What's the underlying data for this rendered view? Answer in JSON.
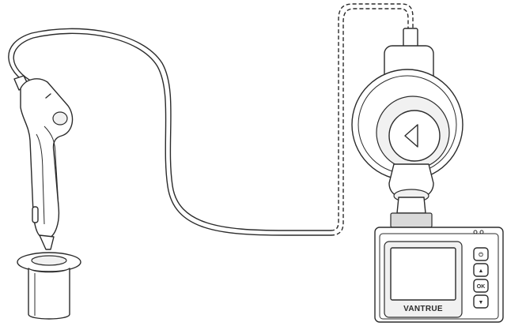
{
  "illustration": {
    "brand_label": "VANTRUE",
    "buttons": [
      {
        "name": "power-icon",
        "glyph": "⏻"
      },
      {
        "name": "up-icon",
        "glyph": "▲"
      },
      {
        "name": "ok",
        "glyph": "OK"
      },
      {
        "name": "down-icon",
        "glyph": "▼"
      }
    ],
    "colors": {
      "line": "#2b2b2b",
      "background": "#ffffff"
    }
  }
}
